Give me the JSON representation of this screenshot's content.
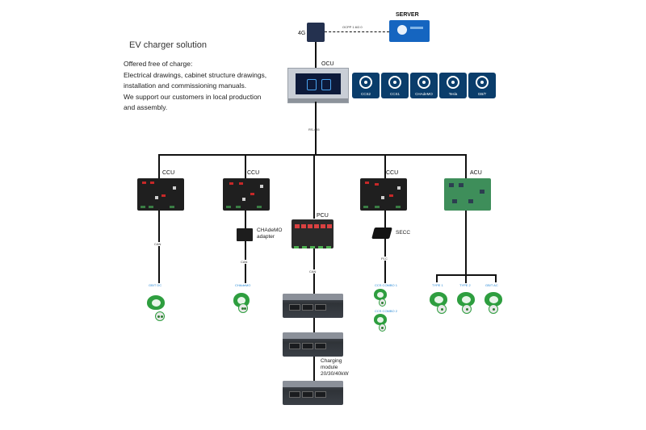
{
  "heading": "EV charger solution",
  "description": [
    "Offered free of charge:",
    "Electrical drawings, cabinet structure drawings,",
    "installation and commissioning manuals.",
    "We support our customers in local production",
    "and assembly."
  ],
  "server": {
    "label": "SERVER"
  },
  "modem": {
    "label": "4G"
  },
  "protocol": {
    "label": "OCPP 1.6/2.0"
  },
  "ocu": {
    "label": "OCU"
  },
  "bus": {
    "label": "RS-485"
  },
  "connectors": [
    "CCS2",
    "CCS1",
    "CHAdeMO",
    "Tesla",
    "GB/T"
  ],
  "units": {
    "ccu1": "CCU",
    "ccu2": "CCU",
    "pcu": "PCU",
    "ccu3": "CCU",
    "acu": "ACU"
  },
  "chademo_adapter": "CHAdeMO\nadapter",
  "secc": "SECC",
  "links": {
    "can1": "CAN",
    "can2": "CAN",
    "can3": "CAN",
    "plc": "PLC"
  },
  "plug_labels": {
    "gbt_dc": "GB/T DC",
    "chademo": "CHAdeMO",
    "ccs_a": "CCS COMBO 1",
    "ccs_b": "CCS COMBO 2",
    "type1": "TYPE 1",
    "type2": "TYPE 2",
    "gbt_ac": "GB/T AC"
  },
  "module": {
    "label": "Charging\nmodule\n20/30/40kW"
  }
}
